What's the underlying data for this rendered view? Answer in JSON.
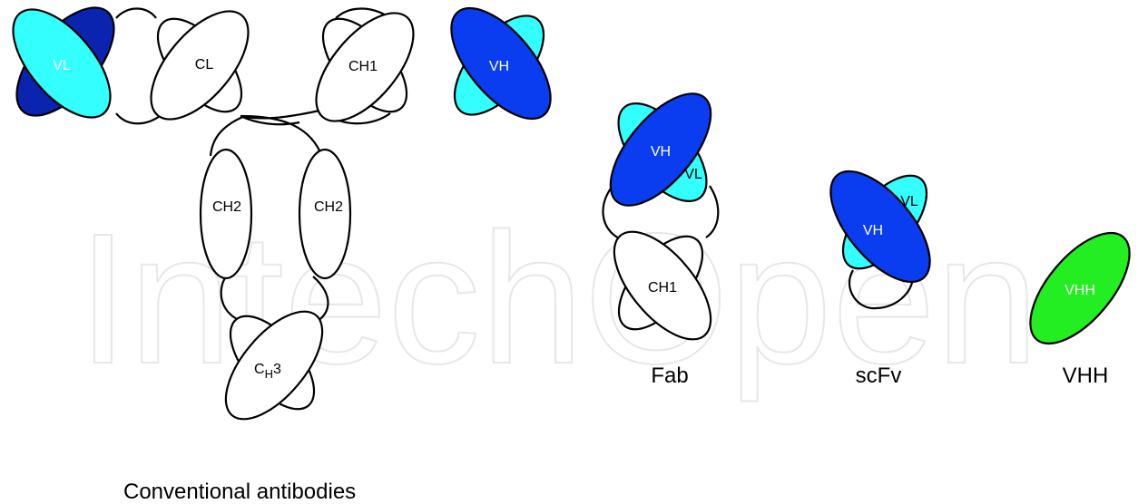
{
  "watermark": "IntechOpen",
  "colors": {
    "vl_light": "#33ffff",
    "vl_dark": "#0a24b0",
    "vh_blue": "#0a3df0",
    "vhh_green": "#22ee22",
    "constant": "#ffffff",
    "outline": "#000000"
  },
  "antibody": {
    "caption": "Conventional antibodies",
    "vl": "VL",
    "cl": "CL",
    "ch1": "CH1",
    "vh": "VH",
    "ch2_left": "CH2",
    "ch2_right": "CH2",
    "ch3_main": "C",
    "ch3_sub": "H",
    "ch3_num": "3"
  },
  "fab": {
    "caption": "Fab",
    "vh": "VH",
    "vl": "VL",
    "ch1": "CH1"
  },
  "scfv": {
    "caption": "scFv",
    "vh": "VH",
    "vl": "VL"
  },
  "vhh": {
    "caption": "VHH",
    "label": "VHH"
  }
}
